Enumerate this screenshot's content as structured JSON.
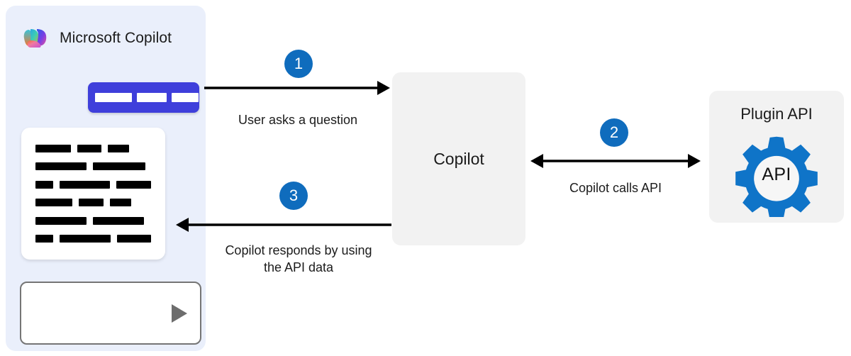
{
  "app_panel": {
    "logo_icon": "copilot-logo-icon",
    "title": "Microsoft Copilot",
    "user_message": {
      "icon": "user-message-bubble",
      "bar_count": 3
    },
    "bot_response": {
      "icon": "assistant-response-card",
      "line_count": 6
    },
    "composer": {
      "placeholder": "",
      "value": "",
      "send_icon": "send-triangle-icon"
    }
  },
  "nodes": {
    "copilot": {
      "label": "Copilot"
    },
    "plugin_api": {
      "title": "Plugin API",
      "gear_icon": "gear-icon",
      "gear_label": "API"
    }
  },
  "edges": [
    {
      "badge": "1",
      "label": "User asks a question",
      "direction": "right",
      "name": "edge-user-asks-question"
    },
    {
      "badge": "2",
      "label": "Copilot calls API",
      "direction": "both",
      "name": "edge-copilot-calls-api"
    },
    {
      "badge": "3",
      "label": "Copilot responds by using\nthe API data",
      "direction": "left",
      "name": "edge-copilot-responds"
    }
  ],
  "colors": {
    "panel_bg": "#eaeffb",
    "user_bubble": "#3f3fdb",
    "badge_blue": "#0f6cbd",
    "gear_blue": "#0f74c8",
    "node_bg": "#f2f2f2",
    "arrow": "#000000"
  }
}
